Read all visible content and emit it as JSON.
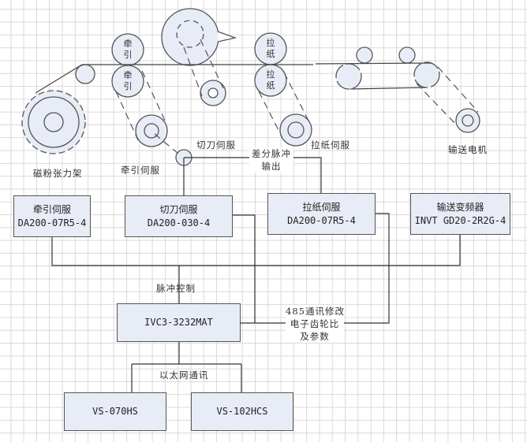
{
  "diagram": {
    "colors": {
      "box_fill": "#e8ecf6",
      "roller_fill": "#e8ecf6",
      "line": "#444444",
      "grid": "#d9d9d9"
    },
    "rollers": {
      "pull_top": [
        "牵",
        "引"
      ],
      "pull_bottom": [
        "牵",
        "引"
      ],
      "paper_top": [
        "拉",
        "纸"
      ],
      "paper_bottom": [
        "拉",
        "纸"
      ]
    },
    "labels": {
      "tension_frame": "磁粉张力架",
      "pull_servo": "牵引伺服",
      "cutter_servo": "切刀伺服",
      "paper_servo": "拉纸伺服",
      "conveyor_motor": "输送电机",
      "diff_pulse_line1": "差分脉冲",
      "diff_pulse_line2": "输出",
      "pulse_control": "脉冲控制",
      "rs485_line1": "485通讯修改",
      "rs485_line2": "电子齿轮比",
      "rs485_line3": "及参数",
      "ethernet": "以太网通讯"
    },
    "boxes": {
      "pull_servo_driver": {
        "title": "牵引伺服",
        "model": "DA200-07R5-4"
      },
      "cutter_servo_driver": {
        "title": "切刀伺服",
        "model": "DA200-030-4"
      },
      "paper_servo_driver": {
        "title": "拉纸伺服",
        "model": "DA200-07R5-4"
      },
      "conveyor_inverter": {
        "title": "输送变频器",
        "model": "INVT GD20-2R2G-4"
      },
      "plc": {
        "model": "IVC3-3232MAT"
      },
      "hmi_1": {
        "model": "VS-070HS"
      },
      "hmi_2": {
        "model": "VS-102HCS"
      }
    }
  }
}
